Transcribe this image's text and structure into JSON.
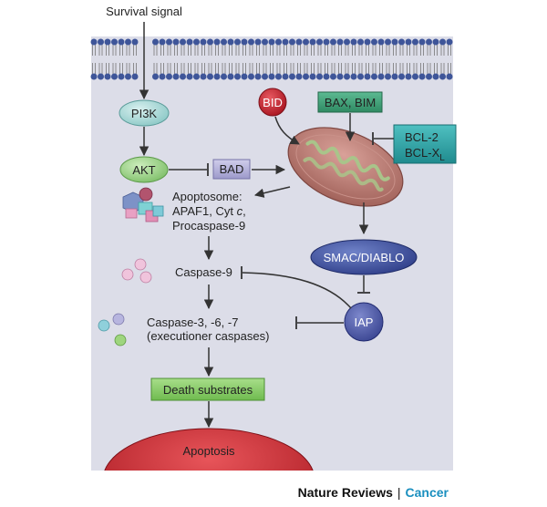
{
  "signal": {
    "label": "Survival signal"
  },
  "nodes": {
    "pi3k": "PI3K",
    "akt": "AKT",
    "bad": "BAD",
    "bid": "BID",
    "bax_bim": "BAX, BIM",
    "bcl2": "BCL-2",
    "bclxl": "BCL-X",
    "bclxl_sub": "L",
    "smac": "SMAC/DIABLO",
    "iap": "IAP",
    "death_substrates": "Death substrates",
    "apoptosis": "Apoptosis"
  },
  "apoptosome": {
    "line1": "Apoptosome:",
    "line2_prefix": "APAF1, Cyt ",
    "line2_italic": "c",
    "line2_suffix": ",",
    "line3": "Procaspase-9"
  },
  "caspase9": {
    "label": "Caspase-9"
  },
  "caspase_exec": {
    "line1": "Caspase-3, -6, -7",
    "line2": "(executioner caspases)"
  },
  "credit": {
    "publisher": "Nature Reviews",
    "separator": "|",
    "journal": "Cancer"
  },
  "colors": {
    "cell_bg": "#dcdde8",
    "membrane_head": "#3e5599",
    "pi3k": "#a8d8d6",
    "akt": "#9fd28a",
    "bad": "#b5b3d8",
    "bid": "#c8202e",
    "bax_bim": "#3fa07a",
    "bcl": "#2ea6a8",
    "smac": "#3b4ea0",
    "iap": "#4a56a6",
    "death": "#8ed06a",
    "apoptosis": "#c8262e",
    "mito": "#b5726a"
  }
}
